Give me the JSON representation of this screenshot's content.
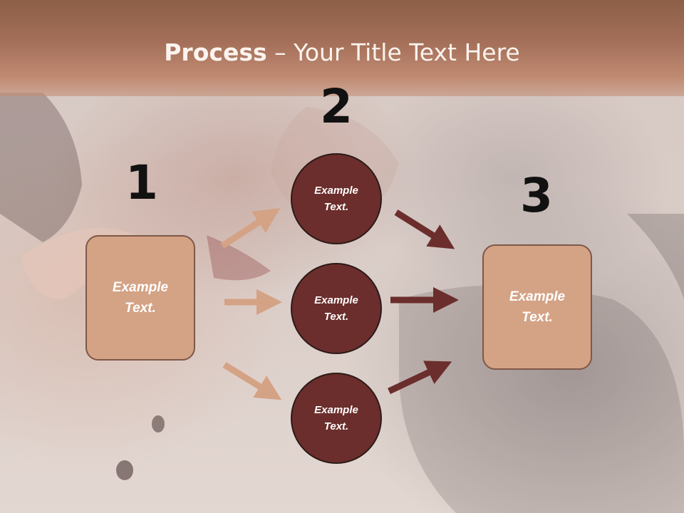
{
  "slide": {
    "title_bold": "Process",
    "title_rest": " – Your Title Text Here"
  },
  "steps": {
    "step1": "1",
    "step2": "2",
    "step3": "3"
  },
  "boxes": {
    "left": "Example Text.",
    "right": "Example Text."
  },
  "circles": [
    {
      "label": "Example Text."
    },
    {
      "label": "Example Text."
    },
    {
      "label": "Example Text."
    }
  ],
  "colors": {
    "box_fill": "#d4a285",
    "circle_fill": "#6b2e2c",
    "arrow_light": "#d4a285",
    "arrow_dark": "#6b2e2c",
    "header_band": "#a5705a"
  }
}
